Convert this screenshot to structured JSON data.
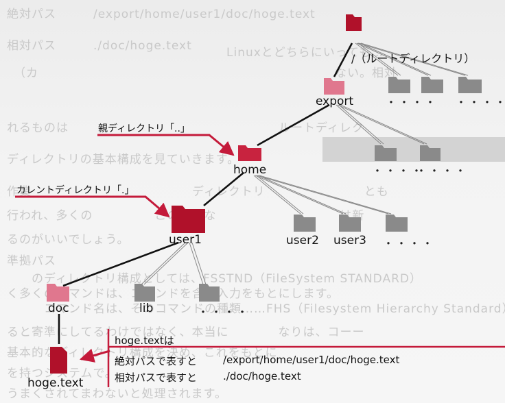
{
  "nodes": {
    "root": "/（ルートディレクトリ）",
    "export": "export",
    "home": "home",
    "user1": "user1",
    "user2": "user2",
    "user3": "user3",
    "doc": "doc",
    "lib": "lib",
    "hoge": "hoge.text",
    "ellipsis": "・・・・"
  },
  "callouts": {
    "parent": "親ディレクトリ「..」",
    "current": "カレントディレクトリ「.」"
  },
  "info": {
    "title": "hoge.textは",
    "abs_label": "絶対パスで表すと",
    "abs_value": "/export/home/user1/doc/hoge.text",
    "rel_label": "相対パスで表すと",
    "rel_value": "./doc/hoge.text"
  },
  "colors": {
    "folder_dark_red": "#b0112a",
    "folder_pink": "#e0778e",
    "folder_gray": "#8a8a8a",
    "arrow_red": "#c41a3a"
  },
  "icons": {
    "folder": "folder-icon",
    "file": "file-icon",
    "arrow": "arrow-icon"
  }
}
